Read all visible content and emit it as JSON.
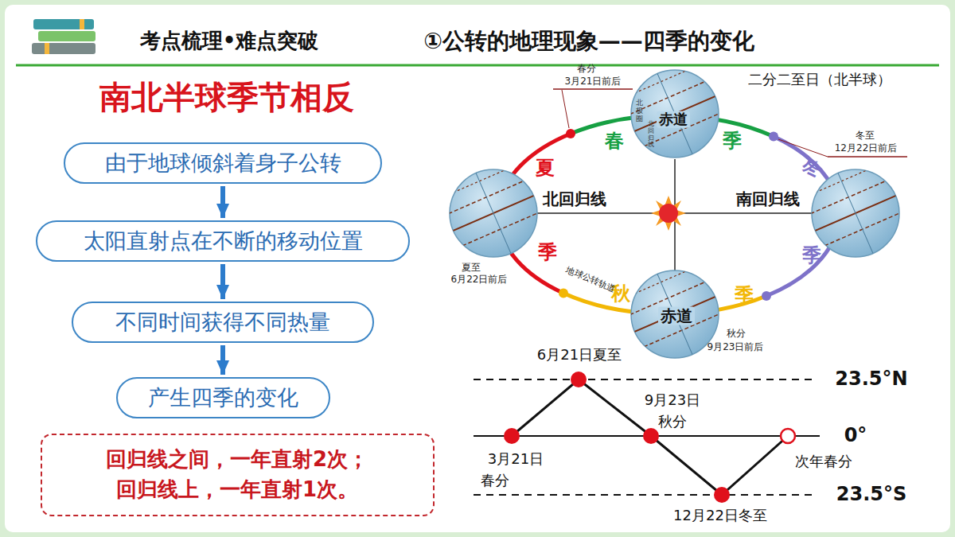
{
  "diagram": {
    "title": "①公转的地理现象——四季的变化",
    "nodes": [
      {
        "text": [
          "由于地球倾斜着身子公转"
        ]
      },
      {
        "text": [
          "太阳直射点在不断的移动位置"
        ]
      },
      {
        "text": [
          "不同时间获得不同热量"
        ]
      },
      {
        "text": [
          "产生四季的变化"
        ]
      },
      {
        "text": [
          "回归线之间，一年直射2次； 回归线上，一年直射1次。"
        ]
      }
    ],
    "edges": [
      {
        "from": 0,
        "to": 1,
        "arrow": "to"
      },
      {
        "from": 1,
        "to": 2,
        "arrow": "to"
      },
      {
        "from": 2,
        "to": 3,
        "arrow": "to"
      }
    ],
    "labels": [
      "考点梳理•难点突破",
      "南北半球季节相反",
      "二分二至日（北半球）",
      "春分",
      "3月21日前后",
      "冬至",
      "12月22日前后",
      "夏至",
      "6月22日前后",
      "秋分",
      "9月23日前后",
      "春",
      "季",
      "夏",
      "季",
      "冬",
      "季",
      "秋",
      "季",
      "北回归线",
      "南回归线",
      "赤道",
      "赤道",
      "地球公转轨道",
      "6月21日夏至",
      "9月23日",
      "秋分",
      "3月21日",
      "春分",
      "12月22日冬至",
      "次年春分",
      "23.5°N",
      "0°",
      "23.5°S",
      "北极圈",
      "北回归线"
    ]
  }
}
